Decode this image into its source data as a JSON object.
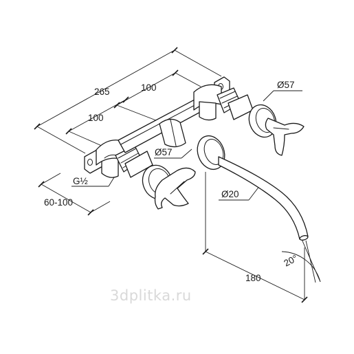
{
  "dimensions": {
    "overall_width": "265",
    "spacing_right": "100",
    "spacing_left": "100",
    "rosette_right": "Ø57",
    "rosette_left": "Ø57",
    "spout_diameter": "Ø20",
    "thread": "G½",
    "wall_depth": "60-100",
    "spout_projection": "180",
    "spout_angle": "20°"
  },
  "watermark": "3dplitka.ru"
}
